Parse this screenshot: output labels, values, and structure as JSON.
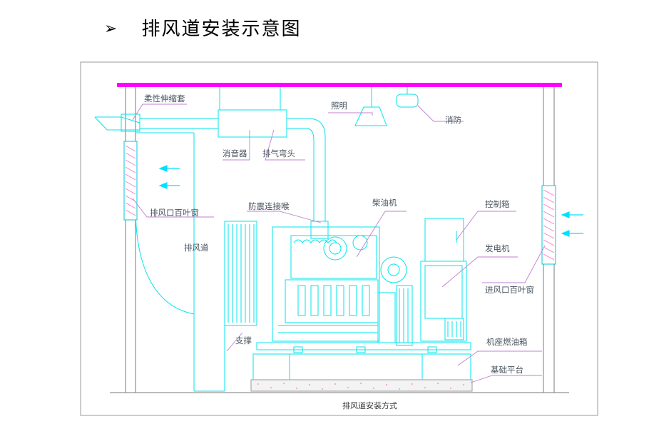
{
  "page": {
    "bullet": "➢",
    "title": "排风道安装示意图"
  },
  "diagram": {
    "caption": "排风道安装方式",
    "labels": {
      "flex_sleeve": "柔性伸缩套",
      "lighting": "照明",
      "fire": "消防",
      "muffler": "消音器",
      "exhaust_elbow": "排气弯头",
      "exhaust_louver": "排风口百叶窗",
      "anti_vibration": "防震连接喉",
      "diesel_engine": "柴油机",
      "control_box": "控制箱",
      "exhaust_duct": "排风道",
      "generator": "发电机",
      "intake_louver": "进风口百叶窗",
      "support": "支撑",
      "base_tank": "机座燃油箱",
      "foundation": "基础平台"
    },
    "colors": {
      "line": "#00e5ee",
      "roof": "#ff00ff",
      "wall": "#7a7a7a",
      "leader": "#c080d0",
      "arrow": "#00e0ff"
    }
  }
}
